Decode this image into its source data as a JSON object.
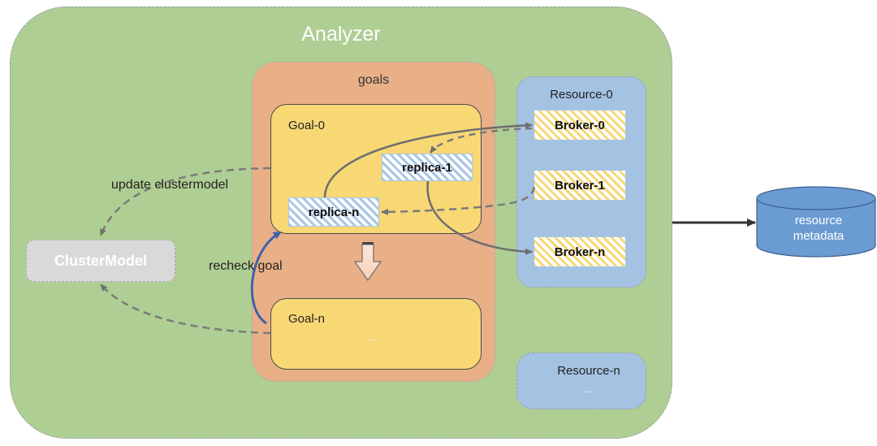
{
  "diagram": {
    "analyzer": {
      "title": "Analyzer"
    },
    "goals": {
      "title": "goals",
      "items": [
        {
          "label": "Goal-0",
          "replicas": [
            "replica-1",
            "replica-n"
          ]
        },
        {
          "label": "Goal-n",
          "ellipsis": "..."
        }
      ]
    },
    "resources": [
      {
        "label": "Resource-0",
        "brokers": [
          "Broker-0",
          "Broker-1",
          "Broker-n"
        ]
      },
      {
        "label": "Resource-n",
        "ellipsis": "..."
      }
    ],
    "cluster_model": {
      "label": "ClusterModel"
    },
    "edges": {
      "update": "update clustermodel",
      "recheck": "recheck goal"
    },
    "datastore": {
      "line1": "resource",
      "line2": "metadata"
    },
    "colors": {
      "analyzer": "#afce93",
      "goals": "#e9b088",
      "goal": "#f8d775",
      "resource": "#a4c3e3",
      "database": "#6a9bd2",
      "cluster_model": "#d9d9d9",
      "recheck_arrow": "#3d62ae"
    }
  }
}
